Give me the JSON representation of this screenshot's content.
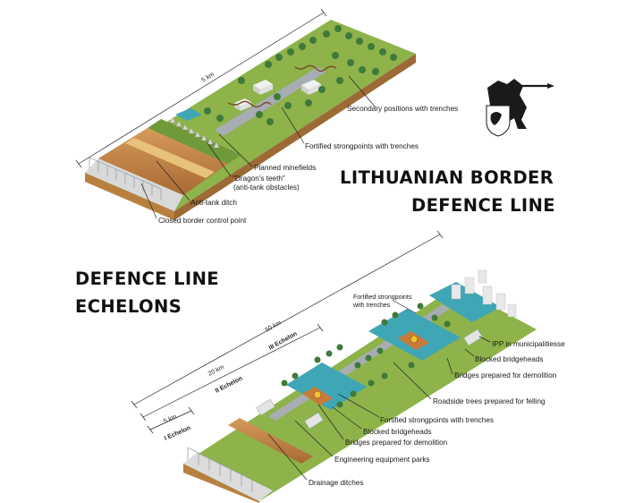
{
  "top_section": {
    "title_line1": "LITHUANIAN BORDER",
    "title_line2": "DEFENCE LINE",
    "distance": "5 km",
    "labels": {
      "secondary": "Secondary positions with trenches",
      "fortified": "Fortified strongpoints with trenches",
      "minefields": "Planned minefields",
      "dragons_teeth_1": "\"Dragon's teeth\"",
      "dragons_teeth_2": "(anti-tank obstacles)",
      "anti_tank": "Anti-tank ditch",
      "border_point": "Closed border control point"
    }
  },
  "bottom_section": {
    "title_line1": "DEFENCE LINE",
    "title_line2": "ECHELONS",
    "distances": {
      "d50": "50 km",
      "d20": "20 km",
      "d5": "5 km"
    },
    "echelons": {
      "e1": "I Echelon",
      "e2": "II Echelon",
      "e3": "III Echelon"
    },
    "labels": {
      "fortified_1": "Fortified strongpoints",
      "fortified_2": "with trenches",
      "ipp": "IPP in municipalitiesse",
      "blocked_bridgeheads_a": "Blocked bridgeheads",
      "bridges_demolition_a": "Bridges prepared for demolition",
      "roadside_trees": "Roadside trees prepared for felling",
      "fortified_trenches": "Fortified strongpoints with trenches",
      "blocked_bridgeheads_b": "Blocked bridgeheads",
      "bridges_demolition_b": "Bridges prepared for demolition",
      "engineering_parks": "Engineering equipment parks",
      "drainage": "Drainage ditches"
    }
  },
  "colors": {
    "grass": "#8db34a",
    "grass_dark": "#6f9a3a",
    "soil": "#c98a4b",
    "soil_dark": "#a86a33",
    "water": "#3fa6b5",
    "road": "#a7adb3",
    "tree": "#3f7a3a",
    "fence": "#e6e8ea",
    "sand": "#e8c27a"
  },
  "emblem_icon": "vytis-coat-of-arms-icon"
}
